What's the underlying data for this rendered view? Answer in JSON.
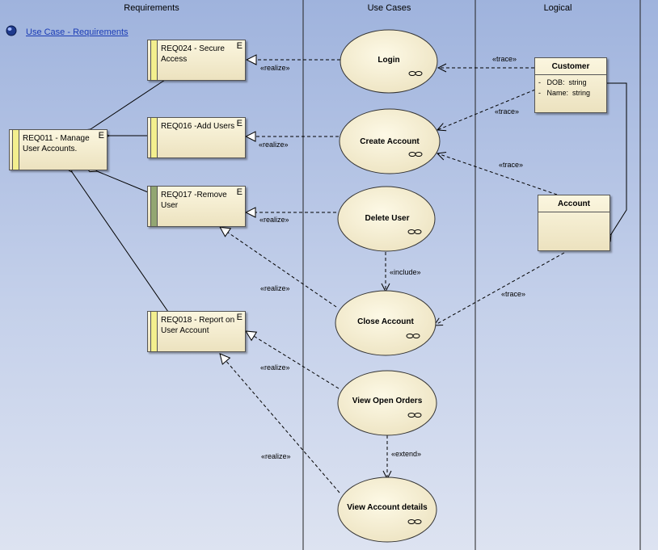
{
  "lanes": [
    "Requirements",
    "Use Cases",
    "Logical"
  ],
  "hyperlink": "Use Case - Requirements",
  "requirements": [
    {
      "id": "req011",
      "text": "REQ011 - Manage User Accounts.",
      "marker": "E"
    },
    {
      "id": "req024",
      "text": "REQ024 - Secure Access",
      "marker": "E"
    },
    {
      "id": "req016",
      "text": "REQ016 -Add Users",
      "marker": "E"
    },
    {
      "id": "req017",
      "text": "REQ017 -Remove User",
      "marker": "E"
    },
    {
      "id": "req018",
      "text": "REQ018 - Report on User Account",
      "marker": "E"
    }
  ],
  "use_cases": [
    "Login",
    "Create Account",
    "Delete User",
    "Close Account",
    "View Open Orders",
    "View Account details"
  ],
  "classes": [
    {
      "name": "Customer",
      "attributes": [
        "-   DOB:  string",
        "-   Name:  string"
      ]
    },
    {
      "name": "Account",
      "attributes": []
    }
  ],
  "connector_labels": {
    "realize": "«realize»",
    "trace": "«trace»",
    "include": "«include»",
    "extend": "«extend»"
  }
}
